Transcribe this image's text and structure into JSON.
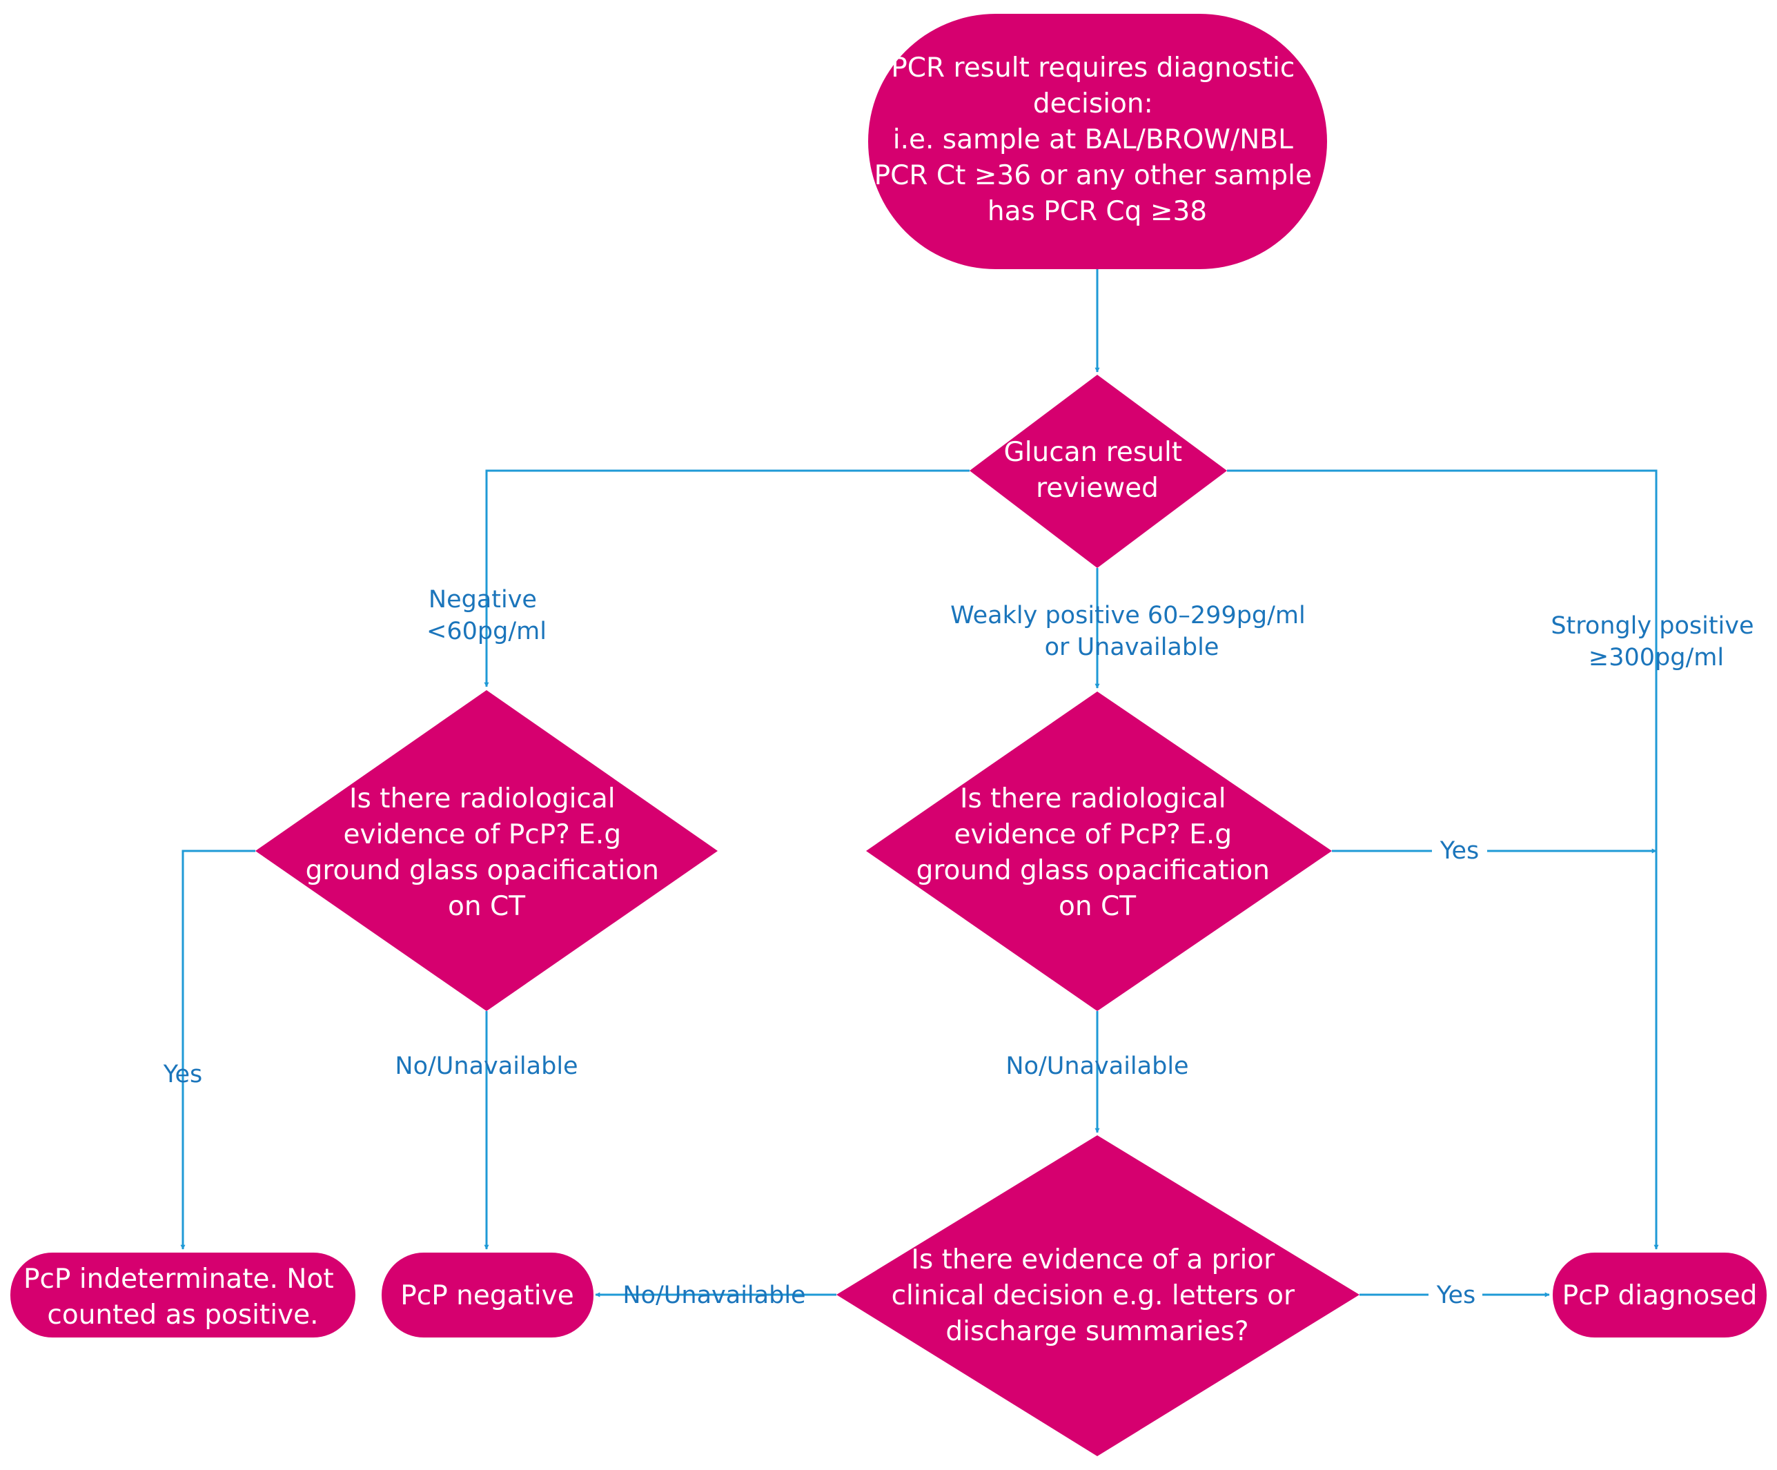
{
  "colors": {
    "node_fill": "#d6006f",
    "edge_stroke": "#1f9ad6",
    "edge_label": "#1b75bb",
    "node_text": "#ffffff"
  },
  "nodes": {
    "start": {
      "lines": [
        "PCR result requires diagnostic",
        "decision:",
        "i.e. sample at BAL/BROW/NBL",
        "PCR Ct ≥36 or any other sample",
        "has PCR Cq ≥38"
      ]
    },
    "glucan": {
      "lines": [
        "Glucan result",
        "reviewed"
      ]
    },
    "radio_left": {
      "lines": [
        "Is there radiological",
        "evidence of PcP? E.g",
        "ground glass opacification",
        "on CT"
      ]
    },
    "radio_mid": {
      "lines": [
        "Is there radiological",
        "evidence of PcP? E.g",
        "ground glass opacification",
        "on CT"
      ]
    },
    "prior": {
      "lines": [
        "Is there evidence of a prior",
        "clinical decision e.g. letters or",
        "discharge summaries?"
      ]
    },
    "indeterminate": {
      "lines": [
        "PcP indeterminate. Not",
        "counted as positive."
      ]
    },
    "negative": {
      "lines": [
        "PcP negative"
      ]
    },
    "diagnosed": {
      "lines": [
        "PcP diagnosed"
      ]
    }
  },
  "edges": {
    "negative": {
      "lines": [
        "Negative",
        "<60pg/ml"
      ]
    },
    "weak": {
      "lines": [
        "Weakly positive 60–299pg/ml",
        "or Unavailable"
      ]
    },
    "strong": {
      "lines": [
        "Strongly positive",
        "≥300pg/ml"
      ]
    },
    "left_yes": {
      "lines": [
        "Yes"
      ]
    },
    "left_no": {
      "lines": [
        "No/Unavailable"
      ]
    },
    "mid_yes": {
      "lines": [
        "Yes"
      ]
    },
    "mid_no": {
      "lines": [
        "No/Unavailable"
      ]
    },
    "prior_no": {
      "lines": [
        "No/Unavailable"
      ]
    },
    "prior_yes": {
      "lines": [
        "Yes"
      ]
    }
  }
}
